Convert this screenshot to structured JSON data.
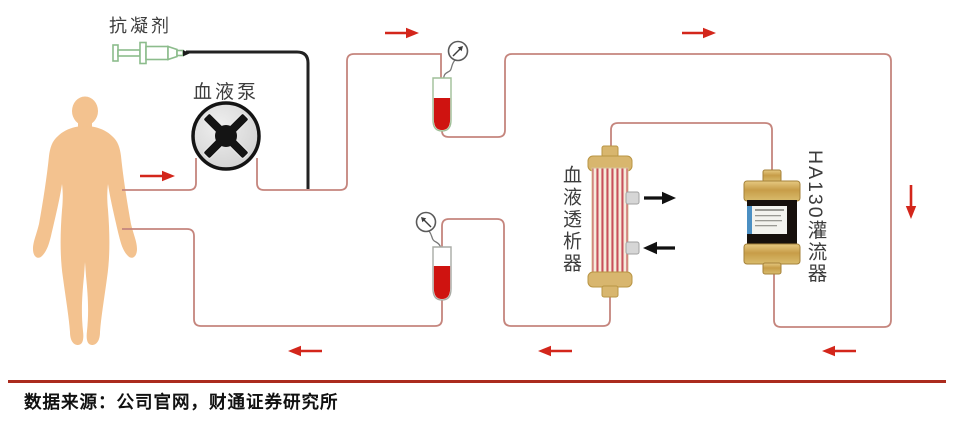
{
  "labels": {
    "anticoagulant": "抗凝剂",
    "blood_pump": "血液泵",
    "dialyzer": "血液透析器",
    "perfusor": "HA130灌流器"
  },
  "footer": {
    "source": "数据来源：公司官网，财通证券研究所"
  },
  "elements": [
    "patient-silhouette",
    "syringe-icon",
    "blood-pump-icon",
    "drip-chamber-arterial",
    "drip-chamber-venous",
    "pressure-gauge-arterial",
    "pressure-gauge-venous",
    "hemodialyzer-device",
    "ha130-perfusor-cartridge",
    "flow-arrows-right",
    "flow-arrow-down",
    "flow-arrows-left",
    "dialyzer-port-arrows"
  ],
  "colors": {
    "tube_red": "#c5857d",
    "tube_black": "#222222",
    "arrow_red": "#d3261b",
    "arrow_black": "#111111",
    "blood_red": "#cf1310",
    "person_skin": "#f3c28f",
    "syringe_green": "#8cbc8c",
    "dialyzer_cap": "#d8b66e",
    "dialyzer_stripe": "#c8515b",
    "perfusor_body": "#16100c",
    "perfusor_label_blue": "#4b8fc2",
    "separator_red": "#ab2b1e",
    "label_text": "#3d3d3d"
  }
}
